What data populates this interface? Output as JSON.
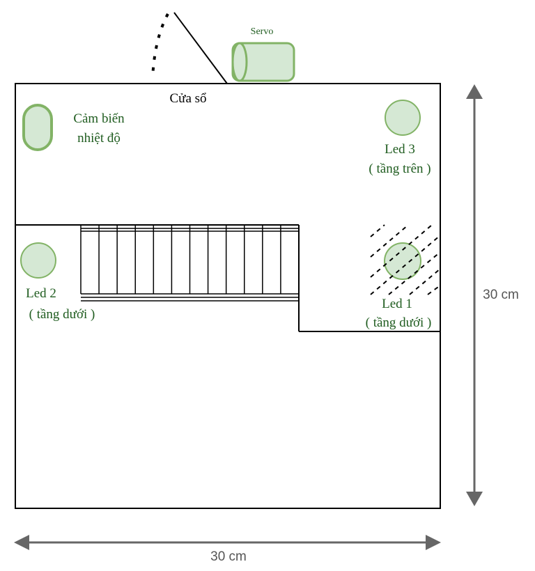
{
  "labels": {
    "servo": "Servo",
    "window": "Cửa sổ",
    "sensor_line1": "Cảm biến",
    "sensor_line2": "nhiệt độ",
    "led3_line1": "Led 3",
    "led3_line2": "( tầng trên )",
    "led2_line1": "Led 2",
    "led2_line2": "( tầng dưới )",
    "led1_line1": "Led 1",
    "led1_line2": "( tầng dưới )"
  },
  "dimensions": {
    "height": "30 cm",
    "width": "30 cm"
  },
  "colors": {
    "component_fill": "#d5e8d4",
    "component_stroke": "#82b366",
    "outline": "#000000",
    "dimension_arrow": "#666666"
  },
  "stairs": {
    "step_count": 12
  }
}
